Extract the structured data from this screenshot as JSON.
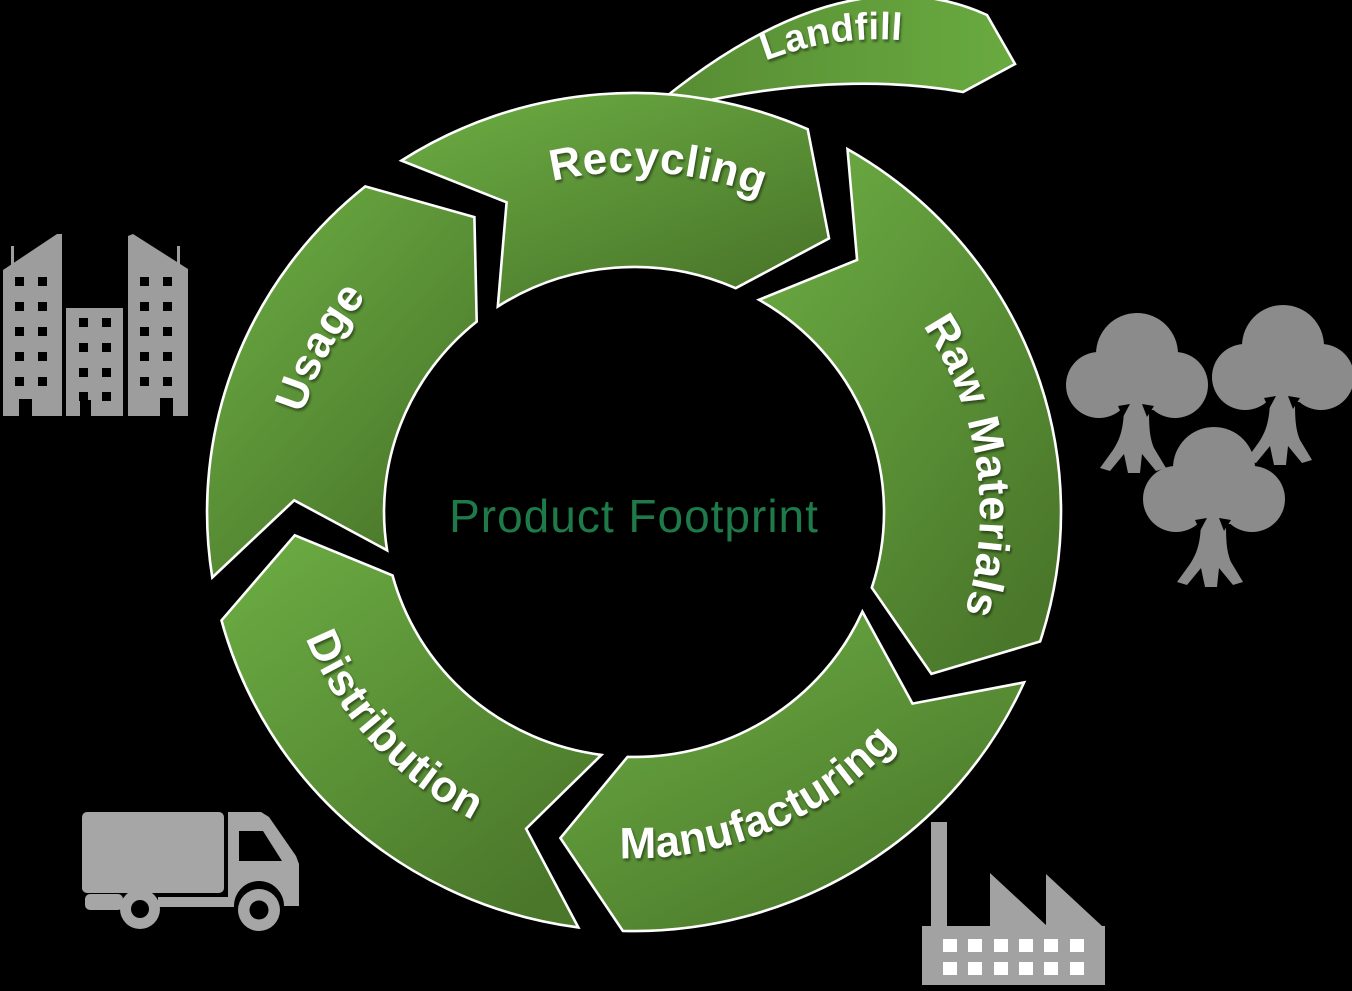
{
  "title": "Product Footprint lifecycle diagram",
  "center_label": "Product Footprint",
  "ring": {
    "segments": [
      {
        "label": "Recycling"
      },
      {
        "label": "Raw Materials"
      },
      {
        "label": "Manufacturing"
      },
      {
        "label": "Distribution"
      },
      {
        "label": "Usage"
      }
    ],
    "branch": {
      "label": "Landfill"
    }
  },
  "icons": [
    {
      "name": "city-buildings-icon"
    },
    {
      "name": "trees-icon"
    },
    {
      "name": "delivery-truck-icon"
    },
    {
      "name": "factory-icon"
    }
  ],
  "colors": {
    "background": "#000000",
    "segment_light": "#6DAE44",
    "segment_dark": "#4A772A",
    "segment_outline": "#FFFFFF",
    "label_text": "#FFFFFF",
    "center_text": "#1E7A49",
    "buildings_gray": "#9D9D9D",
    "trees_gray": "#8B8B8B",
    "truck_gray": "#A6A6A6",
    "factory_gray": "#A2A2A2"
  }
}
